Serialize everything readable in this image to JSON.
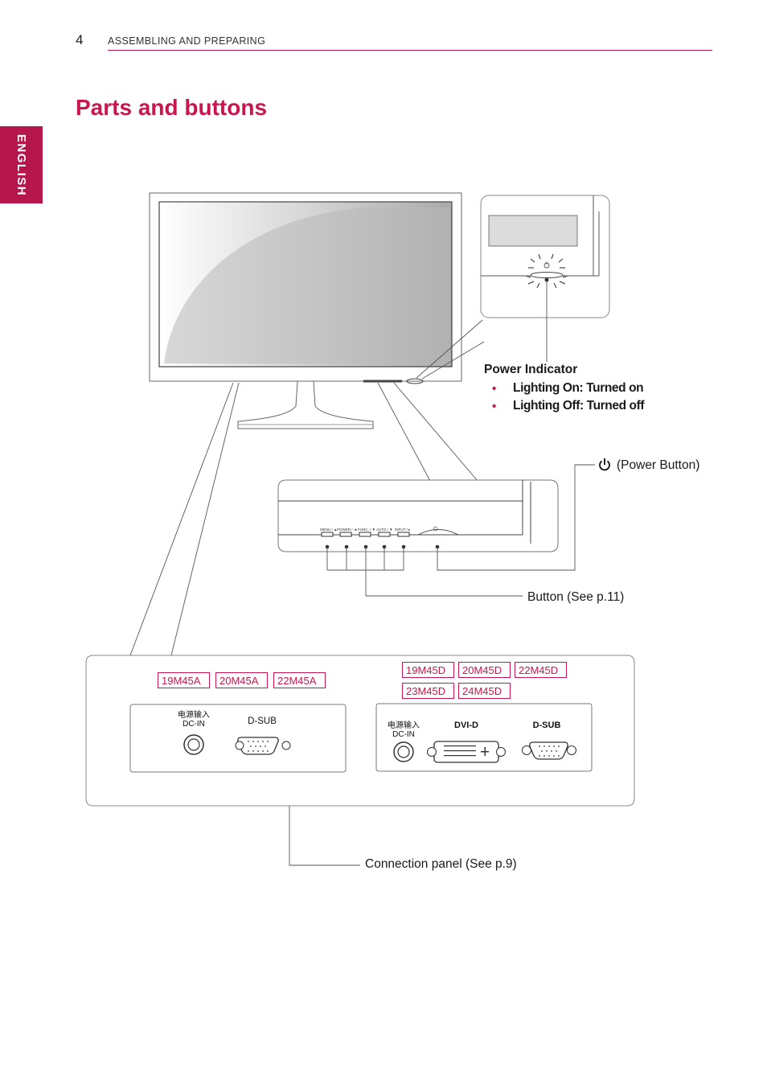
{
  "header": {
    "page_number": "4",
    "section": "ASSEMBLING AND PREPARING"
  },
  "sidebar_tab": {
    "label": "ENGLISH"
  },
  "title": "Parts and buttons",
  "power_indicator": {
    "heading": "Power Indicator",
    "items": [
      "Lighting On: Turned on",
      "Lighting Off: Turned off"
    ]
  },
  "power_button_label": "(Power Button)",
  "button_label": "Button (See p.11)",
  "connection_panel_label": "Connection panel (See p.9)",
  "front_buttons": [
    "MENU / ▲",
    "POWER / ◄",
    "FUNC. / ▼",
    "AUTO / ▼",
    "INPUT / ▸",
    "⏻"
  ],
  "panel_a": {
    "models": [
      "19M45A",
      "20M45A",
      "22M45A"
    ],
    "dc_in_cn": "电源输入",
    "dc_in": "DC-IN",
    "dsub": "D-SUB"
  },
  "panel_d": {
    "models": [
      "19M45D",
      "20M45D",
      "22M45D",
      "23M45D",
      "24M45D"
    ],
    "dc_in_cn": "电源输入",
    "dc_in": "DC-IN",
    "dvi": "DVI-D",
    "dsub": "D-SUB"
  },
  "colors": {
    "accent": "#c8174f",
    "line": "#555555"
  }
}
